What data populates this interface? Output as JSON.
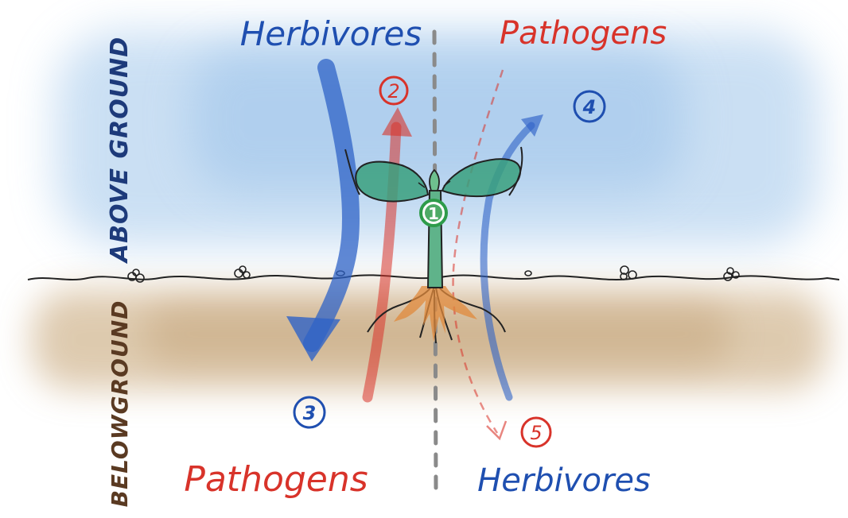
{
  "labels": {
    "top_left": "Herbivores",
    "top_right": "Pathogens",
    "bottom_left": "Pathogens",
    "bottom_right": "Herbivores",
    "above_ground": "ABOVE GROUND",
    "below_ground": "BELOWGROUND"
  },
  "markers": [
    "1",
    "2",
    "3",
    "4",
    "5"
  ],
  "colors": {
    "herbivore_blue": "#1f4fb0",
    "pathogen_red": "#d8332a",
    "sky_blue": "#b9d5f0",
    "soil_brown": "#c8a77a",
    "plant_green": "#2e9b4a",
    "root_orange": "#e08a3c",
    "divider_gray": "#8a8a8a",
    "text_dark_blue": "#1d3a7a",
    "text_brown": "#5a3a22"
  }
}
